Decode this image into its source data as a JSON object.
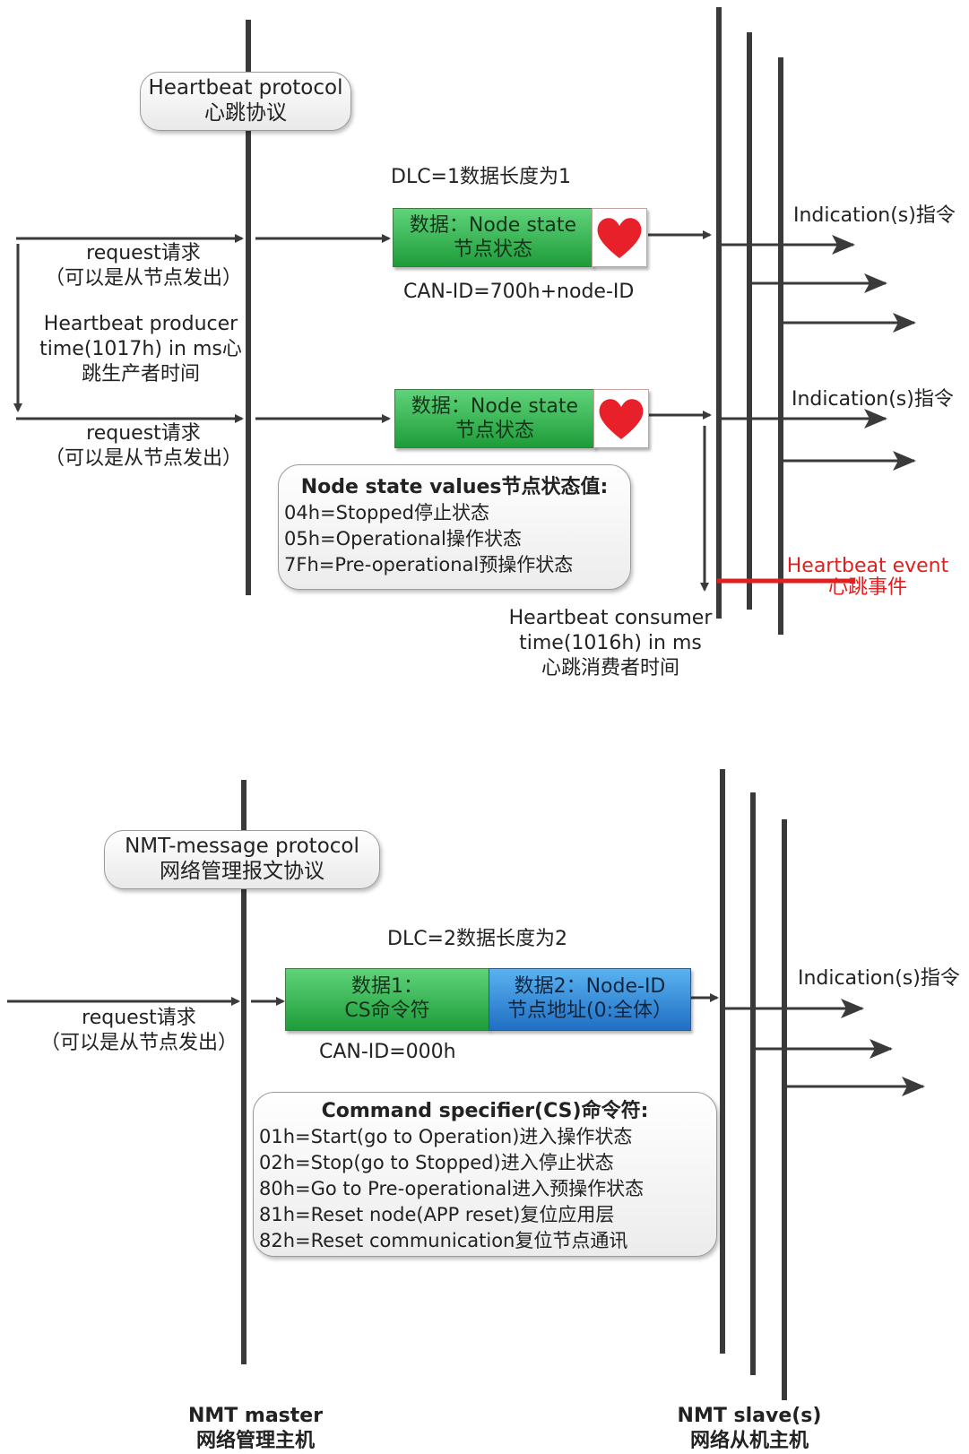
{
  "heartbeat": {
    "protocol_title_en": "Heartbeat protocol",
    "protocol_title_cn": "心跳协议",
    "dlc": "DLC=1数据长度为1",
    "request_label_1": "request请求",
    "request_sub_1": "（可以是从节点发出）",
    "producer_time_1": "Heartbeat producer",
    "producer_time_2": "time(1017h) in ms心",
    "producer_time_3": "跳生产者时间",
    "request_label_2": "request请求",
    "request_sub_2": "（可以是从节点发出）",
    "data_box_1_line1": "数据：Node state",
    "data_box_1_line2": "节点状态",
    "data_box_2_line1": "数据：Node state",
    "data_box_2_line2": "节点状态",
    "can_id": "CAN-ID=700h+node-ID",
    "indication_1": "Indication(s)指令",
    "indication_2": "Indication(s)指令",
    "state_values_title": "Node state values节点状态值:",
    "state_values": [
      "04h=Stopped停止状态",
      "05h=Operational操作状态",
      "7Fh=Pre-operational预操作状态"
    ],
    "event_en": "Heartbeat event",
    "event_cn": "心跳事件",
    "consumer_1": "Heartbeat consumer",
    "consumer_2": "time(1016h) in ms",
    "consumer_3": "心跳消费者时间"
  },
  "nmt": {
    "protocol_title_en": "NMT-message protocol",
    "protocol_title_cn": "网络管理报文协议",
    "dlc": "DLC=2数据长度为2",
    "request_label": "request请求",
    "request_sub": "（可以是从节点发出）",
    "data1_line1": "数据1：",
    "data1_line2": "CS命令符",
    "data2_line1": "数据2：Node-ID",
    "data2_line2": "节点地址(0:全体）",
    "can_id": "CAN-ID=000h",
    "indication": "Indication(s)指令",
    "cs_title": "Command specifier(CS)命令符:",
    "cs_values": [
      "01h=Start(go to Operation)进入操作状态",
      "02h=Stop(go to Stopped)进入停止状态",
      "80h=Go to Pre-operational进入预操作状态",
      "81h=Reset node(APP reset)复位应用层",
      "82h=Reset communication复位节点通讯"
    ]
  },
  "footer": {
    "master_en": "NMT master",
    "master_cn": "网络管理主机",
    "slave_en": "NMT slave(s)",
    "slave_cn": "网络从机主机"
  },
  "colors": {
    "line": "#3a3a3a",
    "event_red": "#e02020",
    "green_box": "#2aa845",
    "blue_box": "#2f86d8",
    "heart": "#e8202a"
  }
}
